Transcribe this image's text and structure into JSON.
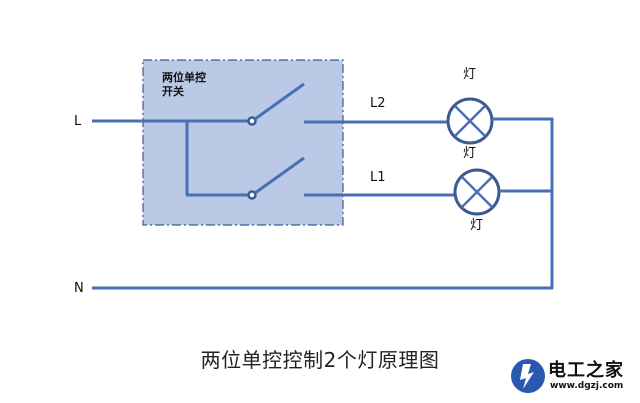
{
  "diagram": {
    "title": "两位单控控制2个灯原理图",
    "switch_box_label_line1": "两位单控",
    "switch_box_label_line2": "开关",
    "labels": {
      "live": "L",
      "neutral": "N",
      "line2": "L2",
      "line1": "L1"
    },
    "lamps": [
      {
        "id": "lamp-top",
        "label_above": "灯",
        "label_below": "灯"
      },
      {
        "id": "lamp-bottom",
        "label_below": "灯"
      }
    ],
    "colors": {
      "wire": "#4a6fb5",
      "switch_box_fill": "#b9c9e6",
      "switch_box_border": "#3b5a8f",
      "lamp_stroke": "#3b5a8f"
    }
  },
  "watermark": {
    "name": "电工之家",
    "url": "www.dgzj.com",
    "icon": "lightning-bolt-icon"
  }
}
